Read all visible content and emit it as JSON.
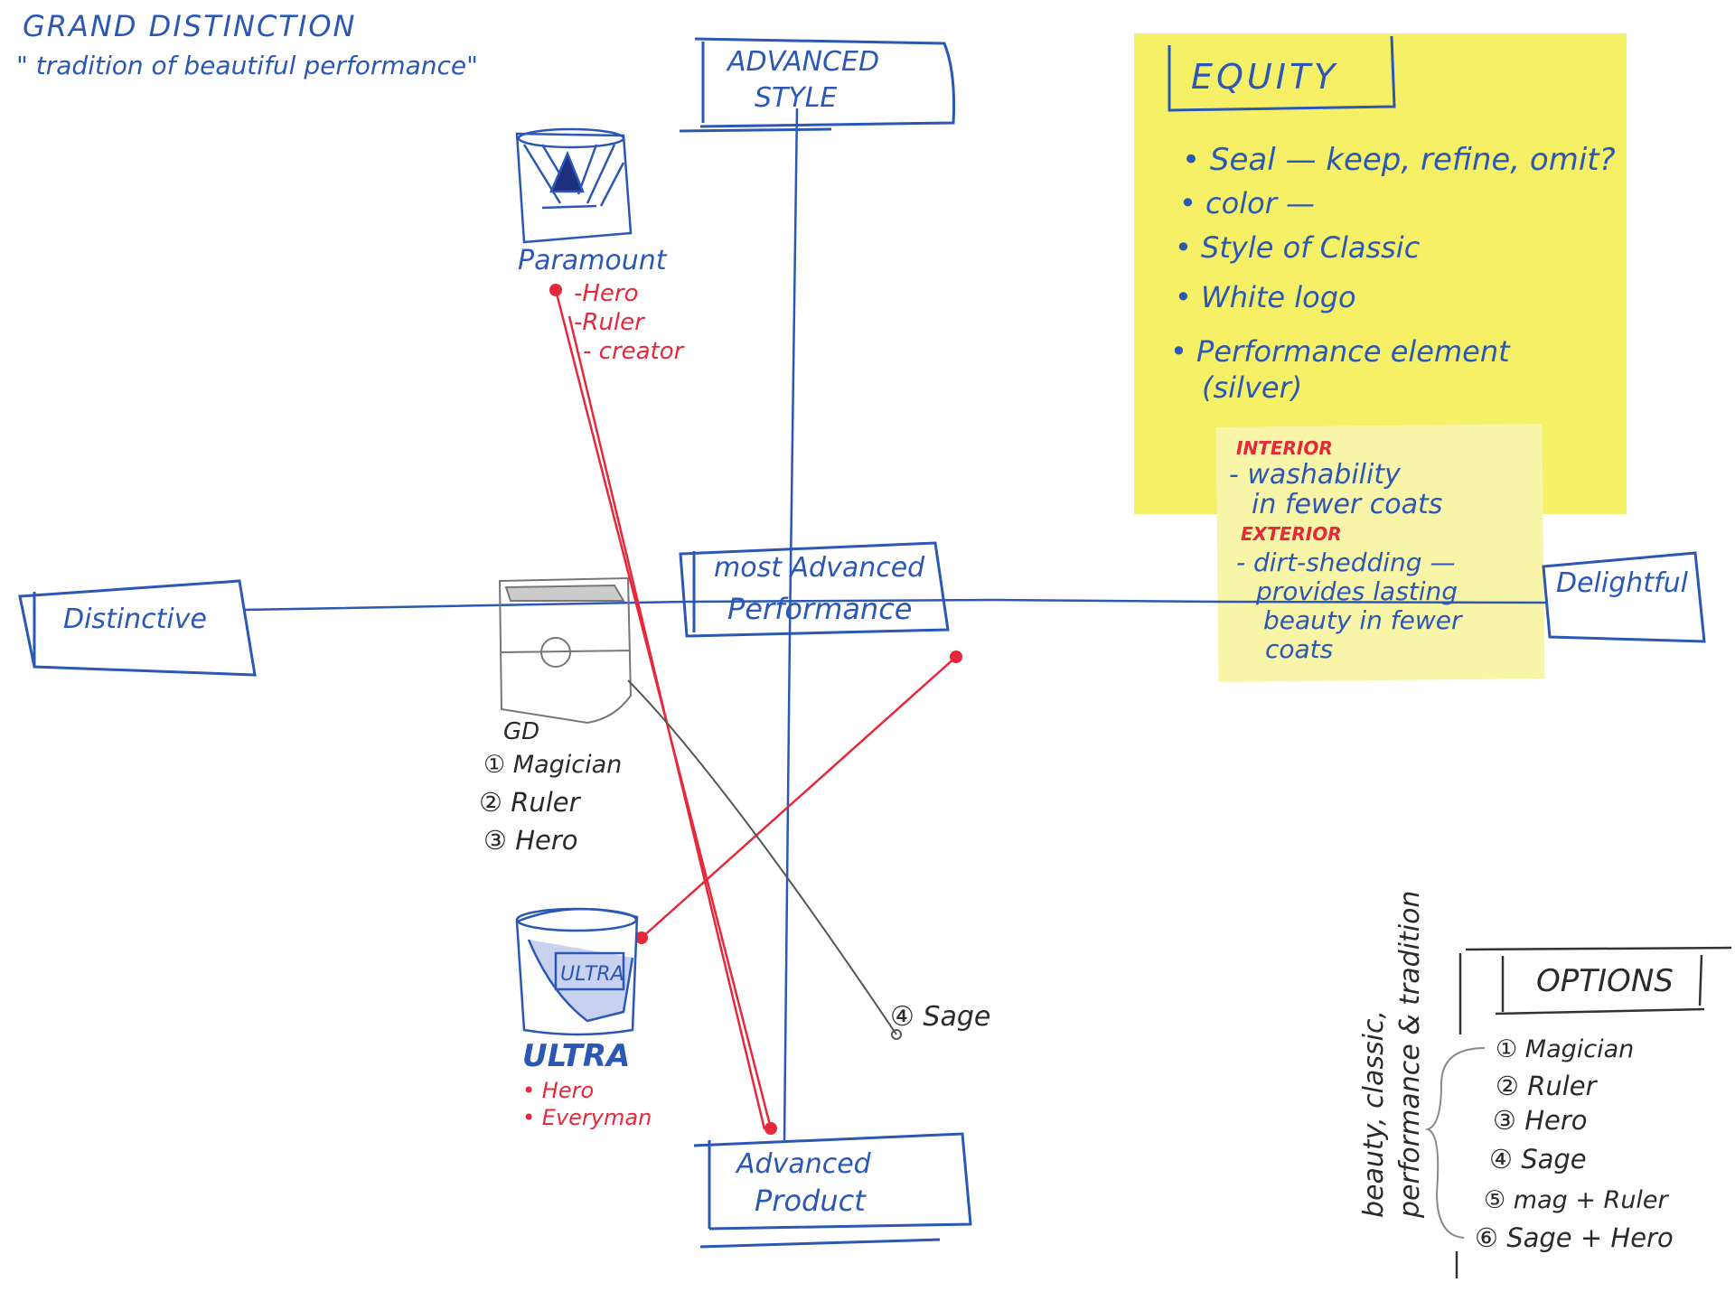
{
  "header": {
    "title": "GRAND DISTINCTION",
    "tagline": "\" tradition of beautiful performance\""
  },
  "axes": {
    "top": "ADVANCED STYLE",
    "top_line1": "ADVANCED",
    "top_line2": "STYLE",
    "left": "Distinctive",
    "center_line1": "most Advanced",
    "center_line2": "Performance",
    "right": "Delightful",
    "bottom_line1": "Advanced",
    "bottom_line2": "Product"
  },
  "products": {
    "paramount": {
      "label": "Paramount",
      "traits": [
        "-Hero",
        "-Ruler",
        "- creator"
      ]
    },
    "gd": {
      "label": "GD",
      "traits": [
        "① Magician",
        "② Ruler",
        "③ Hero"
      ]
    },
    "ultra": {
      "label": "ULTRA",
      "can_text": "ULTRA",
      "traits": [
        "• Hero",
        "• Everyman"
      ]
    },
    "sage": {
      "label": "④ Sage"
    }
  },
  "equity_note": {
    "title": "EQUITY",
    "bullets": [
      "• Seal — keep, refine, omit?",
      "• color —",
      "• Style of Classic",
      "• White logo",
      "• Performance element",
      "(silver)"
    ]
  },
  "finish_note": {
    "interior_heading": "INTERIOR",
    "interior_lines": [
      "- washability",
      "in fewer coats"
    ],
    "exterior_heading": "EXTERIOR",
    "exterior_lines": [
      "- dirt-shedding —",
      "provides lasting",
      "beauty in fewer",
      "coats"
    ]
  },
  "options": {
    "title": "OPTIONS",
    "items": [
      "① Magician",
      "② Ruler",
      "③ Hero",
      "④ Sage",
      "⑤ mag + Ruler",
      "⑥ Sage + Hero"
    ],
    "side_note_line1": "beauty, classic,",
    "side_note_line2": "performance & tradition"
  },
  "colors": {
    "ink_blue": "#2b57b5",
    "ink_red": "#e5283a",
    "pencil": "#555555",
    "sticky_yellow": "#f6f067",
    "sticky_pale": "#f8f4a8"
  }
}
